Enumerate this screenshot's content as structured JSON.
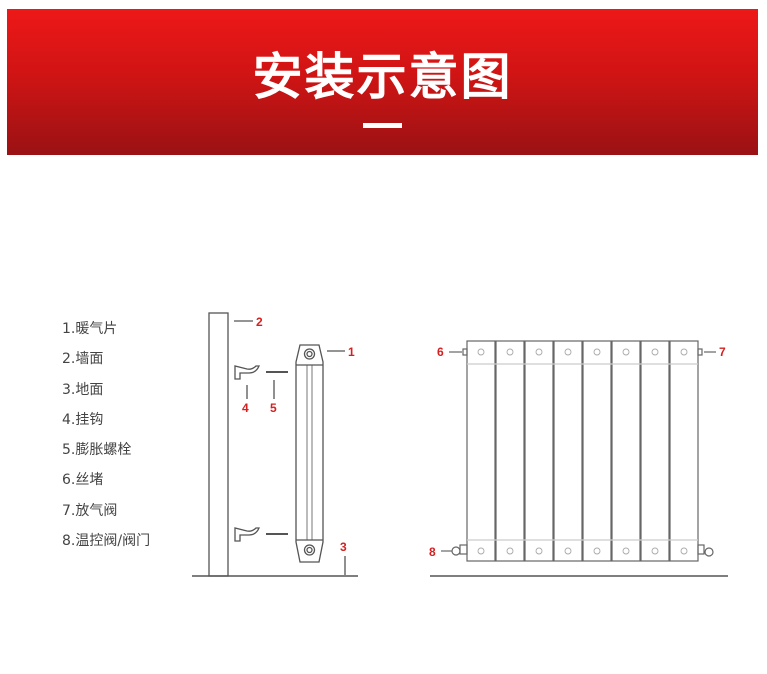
{
  "header": {
    "title": "安装示意图",
    "background_top": "#ee1818",
    "background_bottom": "#9a1214"
  },
  "legend": {
    "items": [
      {
        "label": "1.暖气片"
      },
      {
        "label": "2.墙面"
      },
      {
        "label": "3.地面"
      },
      {
        "label": "4.挂钩"
      },
      {
        "label": "5.膨胀螺栓"
      },
      {
        "label": "6.丝堵"
      },
      {
        "label": "7.放气阀"
      },
      {
        "label": "8.温控阀/阀门"
      }
    ]
  },
  "side_view": {
    "callouts": {
      "radiator": "1",
      "wall": "2",
      "floor": "3",
      "hook": "4",
      "bolt": "5"
    }
  },
  "front_view": {
    "column_count": 8,
    "callouts": {
      "plug": "6",
      "air_valve": "7",
      "control_valve": "8"
    }
  },
  "colors": {
    "callout": "#d42020",
    "line": "#555555"
  }
}
